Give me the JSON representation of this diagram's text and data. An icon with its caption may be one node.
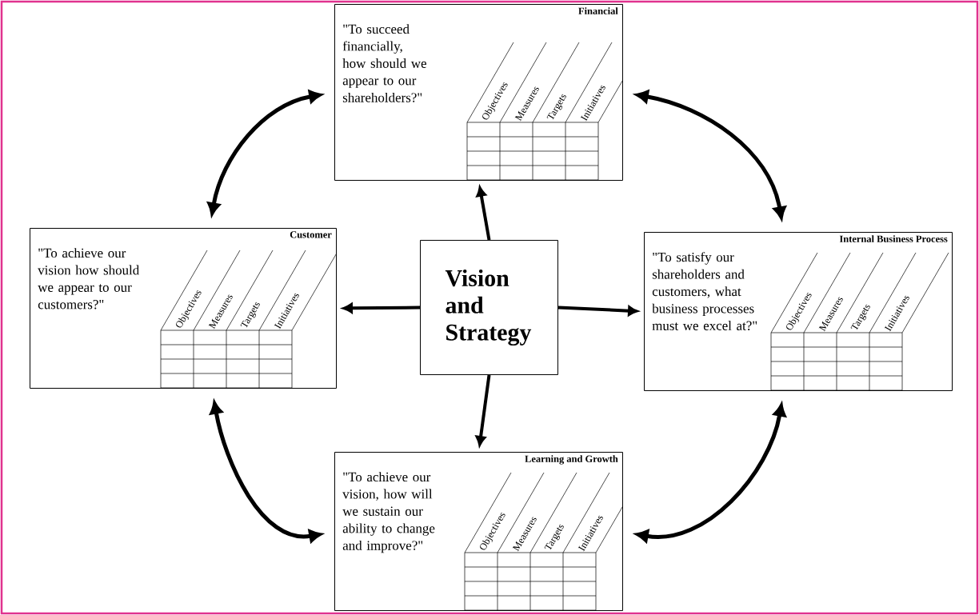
{
  "diagram": {
    "nodes": [
      {
        "text": [
          "Financial",
          "\"To succeed financially, how should we appear to our shareholders?\"",
          "Objectives",
          "Measures",
          "Targets",
          "Initiatives"
        ]
      },
      {
        "text": [
          "Customer",
          "\"To achieve our vision how should we appear to our customers?\"",
          "Objectives",
          "Measures",
          "Targets",
          "Initiatives"
        ]
      },
      {
        "text": [
          "Vision and Strategy"
        ]
      },
      {
        "text": [
          "Internal Business Process",
          "\"To satisfy our shareholders and customers, what business processes must we excel at?\"",
          "Objectives",
          "Measures",
          "Targets",
          "Initiatives"
        ]
      },
      {
        "text": [
          "Learning and Growth",
          "\"To achieve our vision, how will we sustain our ability to change and improve?\"",
          "Objectives",
          "Measures",
          "Targets",
          "Initiatives"
        ]
      }
    ],
    "edges": [
      {
        "from": 0,
        "to": 1,
        "arrow": "both"
      },
      {
        "from": 0,
        "to": 3,
        "arrow": "both"
      },
      {
        "from": 1,
        "to": 4,
        "arrow": "both"
      },
      {
        "from": 4,
        "to": 3,
        "arrow": "both"
      },
      {
        "from": 2,
        "to": 0,
        "arrow": "to"
      },
      {
        "from": 2,
        "to": 1,
        "arrow": "to"
      },
      {
        "from": 2,
        "to": 3,
        "arrow": "to"
      },
      {
        "from": 2,
        "to": 4,
        "arrow": "to"
      }
    ]
  }
}
